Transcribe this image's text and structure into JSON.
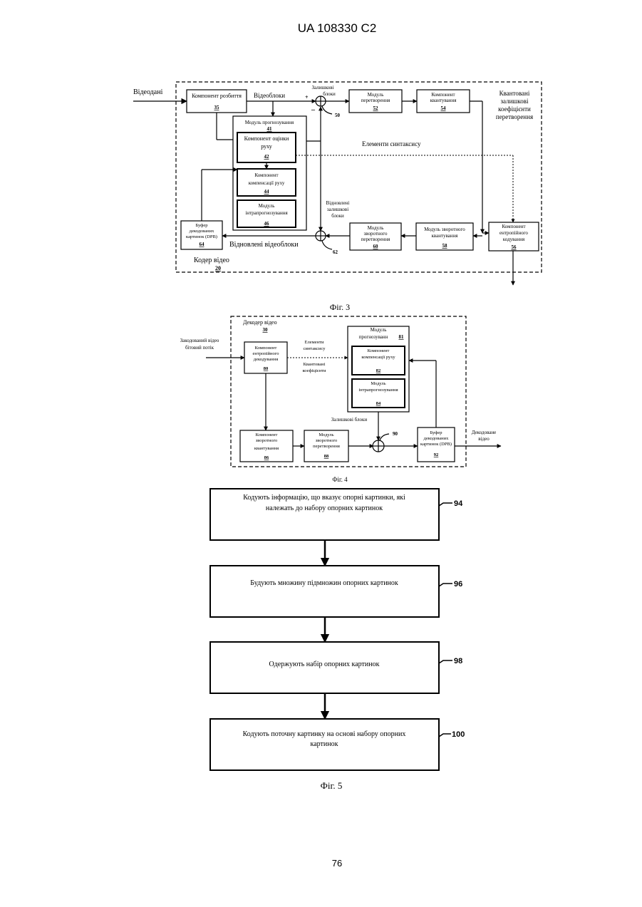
{
  "header": "UA   108330   C2",
  "page_number": "76",
  "fig3": {
    "caption": "Фіг. 3",
    "video_data": "Відеодані",
    "partition_l1": "Компонент розбиття",
    "partition_num": "35",
    "video_blocks": "Відеоблоки",
    "residual_l1": "Залишкові",
    "residual_l2": "блоки",
    "plus": "+",
    "minus": "–",
    "sum50": "50",
    "transform_l1": "Модуль",
    "transform_l2": "перетворення",
    "transform_num": "52",
    "quant_l1": "Компонент",
    "quant_l2": "квантування",
    "quant_num": "54",
    "qcoef_l1": "Квантовані",
    "qcoef_l2": "залишкові",
    "qcoef_l3": "коефіцієнти",
    "qcoef_l4": "перетворення",
    "pred_l1": "Модуль прогнозування",
    "pred_num": "41",
    "me_l1": "Компонент оцінки",
    "me_l2": "руху",
    "me_num": "42",
    "syntax": "Елементи синтаксису",
    "mc_l1": "Компонент",
    "mc_l2": "компенсації руху",
    "mc_num": "44",
    "intra_l1": "Модуль",
    "intra_l2": "інтрапрогнозування",
    "intra_num": "46",
    "recres_l1": "Відновлені",
    "recres_l2": "залишкові",
    "recres_l3": "блоки",
    "dpb_l1": "Буфер",
    "dpb_l2": "декодованих",
    "dpb_l3": "картинок (DPB)",
    "dpb_num": "64",
    "rec_blocks": "Відновлені відеоблоки",
    "sum62": "62",
    "invt_l1": "Модуль",
    "invt_l2": "зворотного",
    "invt_l3": "перетворення",
    "invt_num": "60",
    "invq_l1": "Модуль зворотного",
    "invq_l2": "квантування",
    "invq_num": "58",
    "ent_l1": "Компонент",
    "ent_l2": "ентропійного",
    "ent_l3": "кодування",
    "ent_num": "56",
    "encoder_l1": "Кодер відео",
    "encoder_num": "20"
  },
  "fig4": {
    "caption": "Фіг. 4",
    "decoder_l1": "Декодер відео",
    "decoder_num": "30",
    "bitstream_l1": "Закодований відео",
    "bitstream_l2": "бітовий потік",
    "entd_l1": "Компонент",
    "entd_l2": "ентропійного",
    "entd_l3": "декодування",
    "entd_num": "80",
    "syntax_l1": "Елементи",
    "syntax_l2": "синтаксису",
    "qcoef_l1": "Квантовані",
    "qcoef_l2": "коефіцієнти",
    "pred_l1": "Модуль",
    "pred_l2": "прогнозуванн",
    "pred_num": "81",
    "mc_l1": "Компонент",
    "mc_l2": "компенсації руху",
    "mc_num": "82",
    "intra_l1": "Модуль",
    "intra_l2": "інтрапрогнозування",
    "intra_num": "84",
    "residual": "Залишкові блоки",
    "sum90": "90",
    "invq_l1": "Компонент",
    "invq_l2": "зворотного",
    "invq_l3": "квантування",
    "invq_num": "86",
    "invt_l1": "Модуль",
    "invt_l2": "зворотного",
    "invt_l3": "перетворення",
    "invt_num": "88",
    "dpb_l1": "Буфер",
    "dpb_l2": "декодованих",
    "dpb_l3": "картинок (DPB)",
    "dpb_num": "92",
    "out_l1": "Декодоване",
    "out_l2": "відео"
  },
  "fig5": {
    "caption": "Фіг. 5",
    "step1_l1": "Кодують інформацію, що вказує опорні картинки, які",
    "step1_l2": "належать до набору опорних картинок",
    "step1_num": "94",
    "step2_l1": "Будують множину підмножин опорних картинок",
    "step2_num": "96",
    "step3_l1": "Одержують набір опорних картинок",
    "step3_num": "98",
    "step4_l1": "Кодують поточну картинку на основі набору опорних",
    "step4_l2": "картинок",
    "step4_num": "100"
  }
}
